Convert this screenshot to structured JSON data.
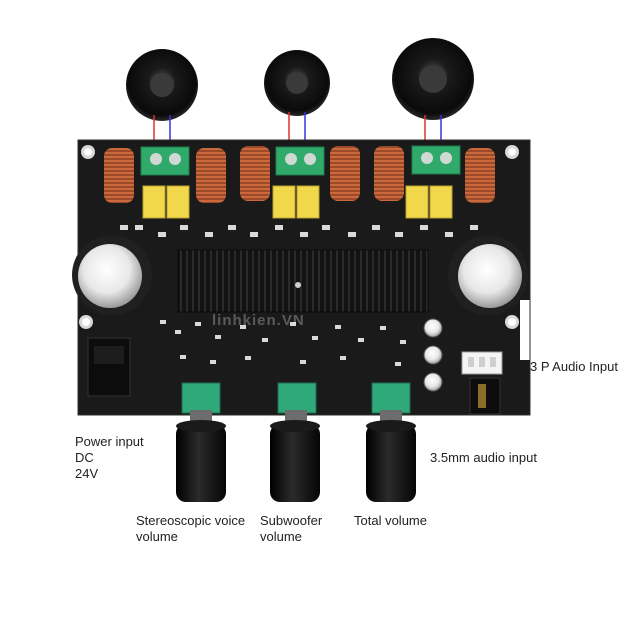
{
  "image": {
    "subject": "audio amplifier board",
    "watermark": "linhkien.VN"
  },
  "colors": {
    "pcb": "#1a1a1a",
    "inductor_copper": "#b85a32",
    "terminal_green": "#2faa6a",
    "capacitor_yellow": "#f0d84a",
    "speaker_cone": "#111111",
    "knob_black": "#0d0d0d",
    "heatsink": "#151515"
  },
  "labels": {
    "audio_3p": "3 P Audio Input",
    "power_line1": "Power input",
    "power_line2": "DC",
    "power_line3": "24V",
    "aux_35": "3.5mm audio input",
    "stereo_line1": "Stereoscopic voice",
    "stereo_line2": "volume",
    "sub_line1": "Subwoofer",
    "sub_line2": "volume",
    "total": "Total volume"
  }
}
